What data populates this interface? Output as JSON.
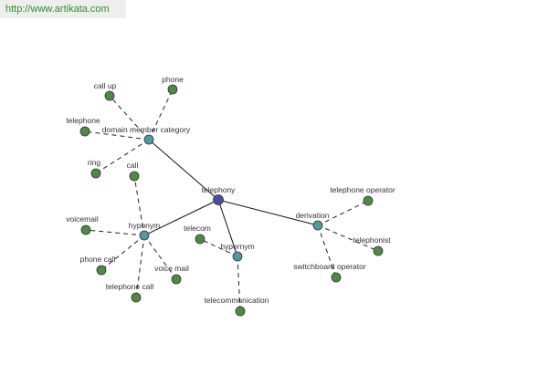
{
  "source_url": "http://www.artikata.com",
  "colors": {
    "center_node": "#4a4ea0",
    "relation_node": "#4f9a9e",
    "leaf_node": "#4f8a44",
    "url_text": "#2f8f2f"
  },
  "nodes": [
    {
      "id": "telephony",
      "label": "telephony",
      "kind": "center"
    },
    {
      "id": "domain_member_category",
      "label": "domain member category",
      "kind": "relation"
    },
    {
      "id": "hyponym",
      "label": "hyponym",
      "kind": "relation"
    },
    {
      "id": "hypernym",
      "label": "hypernym",
      "kind": "relation"
    },
    {
      "id": "derivation",
      "label": "derivation",
      "kind": "relation"
    },
    {
      "id": "call_up",
      "label": "call up",
      "kind": "leaf"
    },
    {
      "id": "phone",
      "label": "phone",
      "kind": "leaf"
    },
    {
      "id": "telephone",
      "label": "telephone",
      "kind": "leaf"
    },
    {
      "id": "ring",
      "label": "ring",
      "kind": "leaf"
    },
    {
      "id": "call",
      "label": "call",
      "kind": "leaf"
    },
    {
      "id": "voicemail",
      "label": "voicemail",
      "kind": "leaf"
    },
    {
      "id": "phone_call",
      "label": "phone call",
      "kind": "leaf"
    },
    {
      "id": "telephone_call",
      "label": "telephone call",
      "kind": "leaf"
    },
    {
      "id": "voice_mail",
      "label": "voice mail",
      "kind": "leaf"
    },
    {
      "id": "telecom",
      "label": "telecom",
      "kind": "leaf"
    },
    {
      "id": "telecommunication",
      "label": "telecommunication",
      "kind": "leaf"
    },
    {
      "id": "telephone_operator",
      "label": "telephone operator",
      "kind": "leaf"
    },
    {
      "id": "telephonist",
      "label": "telephonist",
      "kind": "leaf"
    },
    {
      "id": "switchboard_operator",
      "label": "switchboard operator",
      "kind": "leaf"
    }
  ],
  "edges": [
    {
      "from": "telephony",
      "to": "domain_member_category",
      "style": "solid"
    },
    {
      "from": "telephony",
      "to": "hyponym",
      "style": "solid"
    },
    {
      "from": "telephony",
      "to": "hypernym",
      "style": "solid"
    },
    {
      "from": "telephony",
      "to": "derivation",
      "style": "solid"
    },
    {
      "from": "domain_member_category",
      "to": "call_up",
      "style": "dashed"
    },
    {
      "from": "domain_member_category",
      "to": "phone",
      "style": "dashed"
    },
    {
      "from": "domain_member_category",
      "to": "telephone",
      "style": "dashed"
    },
    {
      "from": "domain_member_category",
      "to": "ring",
      "style": "dashed"
    },
    {
      "from": "hyponym",
      "to": "call",
      "style": "dashed"
    },
    {
      "from": "hyponym",
      "to": "voicemail",
      "style": "dashed"
    },
    {
      "from": "hyponym",
      "to": "phone_call",
      "style": "dashed"
    },
    {
      "from": "hyponym",
      "to": "telephone_call",
      "style": "dashed"
    },
    {
      "from": "hyponym",
      "to": "voice_mail",
      "style": "dashed"
    },
    {
      "from": "hypernym",
      "to": "telecom",
      "style": "dashed"
    },
    {
      "from": "hypernym",
      "to": "telecommunication",
      "style": "dashed"
    },
    {
      "from": "derivation",
      "to": "telephone_operator",
      "style": "dashed"
    },
    {
      "from": "derivation",
      "to": "telephonist",
      "style": "dashed"
    },
    {
      "from": "derivation",
      "to": "switchboard_operator",
      "style": "dashed"
    }
  ]
}
